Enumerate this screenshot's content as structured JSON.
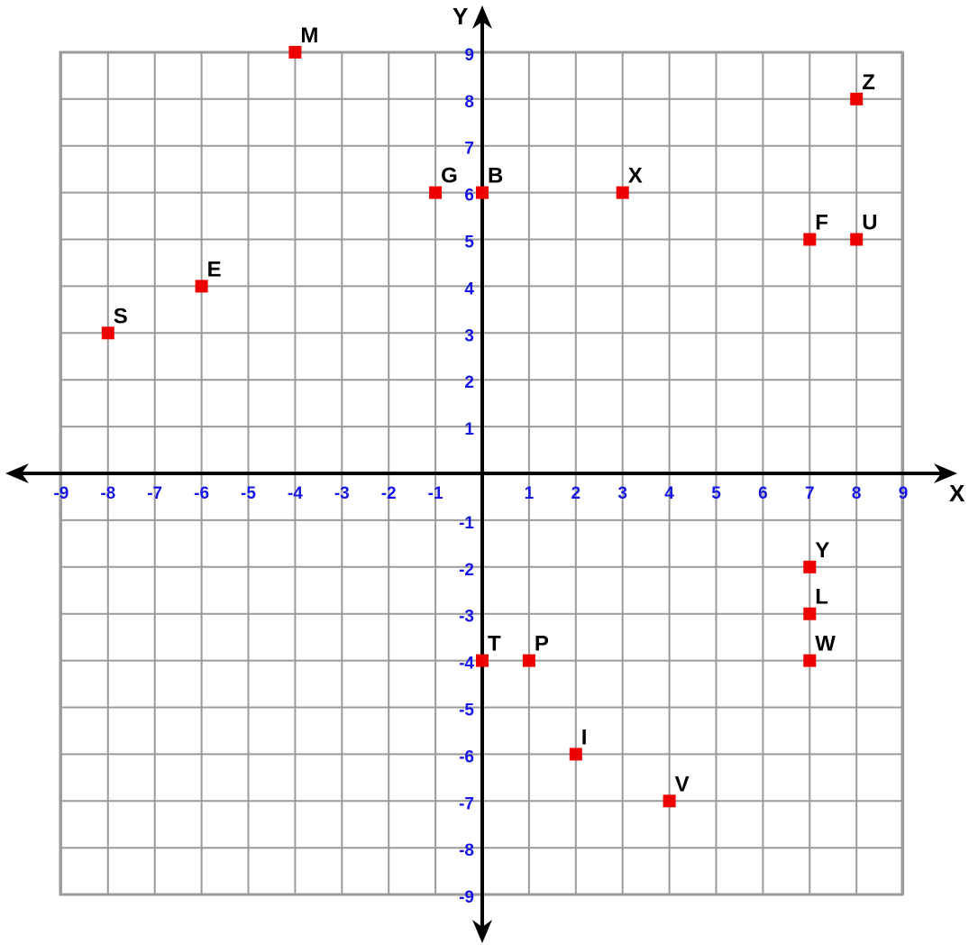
{
  "chart_data": {
    "type": "scatter",
    "title": "",
    "xlabel": "X",
    "ylabel": "Y",
    "xlim": [
      -9,
      9
    ],
    "ylim": [
      -9,
      9
    ],
    "grid": true,
    "x_ticks": [
      "-9",
      "-8",
      "-7",
      "-6",
      "-5",
      "-4",
      "-3",
      "-2",
      "-1",
      "1",
      "2",
      "3",
      "4",
      "5",
      "6",
      "7",
      "8",
      "9"
    ],
    "y_ticks": [
      "9",
      "8",
      "7",
      "6",
      "5",
      "4",
      "3",
      "2",
      "1",
      "-1",
      "-2",
      "-3",
      "-4",
      "-5",
      "-6",
      "-7",
      "-8",
      "-9"
    ],
    "colors": {
      "grid": "#9a9a9a",
      "axis": "#000000",
      "tick_labels": "#1515e8",
      "points": "#ee0000"
    },
    "points": [
      {
        "label": "M",
        "x": -4,
        "y": 9
      },
      {
        "label": "Z",
        "x": 8,
        "y": 8
      },
      {
        "label": "G",
        "x": -1,
        "y": 6
      },
      {
        "label": "B",
        "x": 0,
        "y": 6
      },
      {
        "label": "X",
        "x": 3,
        "y": 6
      },
      {
        "label": "F",
        "x": 7,
        "y": 5
      },
      {
        "label": "U",
        "x": 8,
        "y": 5
      },
      {
        "label": "E",
        "x": -6,
        "y": 4
      },
      {
        "label": "S",
        "x": -8,
        "y": 3
      },
      {
        "label": "Y",
        "x": 7,
        "y": -2
      },
      {
        "label": "L",
        "x": 7,
        "y": -3
      },
      {
        "label": "W",
        "x": 7,
        "y": -4
      },
      {
        "label": "T",
        "x": 0,
        "y": -4
      },
      {
        "label": "P",
        "x": 1,
        "y": -4
      },
      {
        "label": "I",
        "x": 2,
        "y": -6
      },
      {
        "label": "V",
        "x": 4,
        "y": -7
      }
    ]
  }
}
